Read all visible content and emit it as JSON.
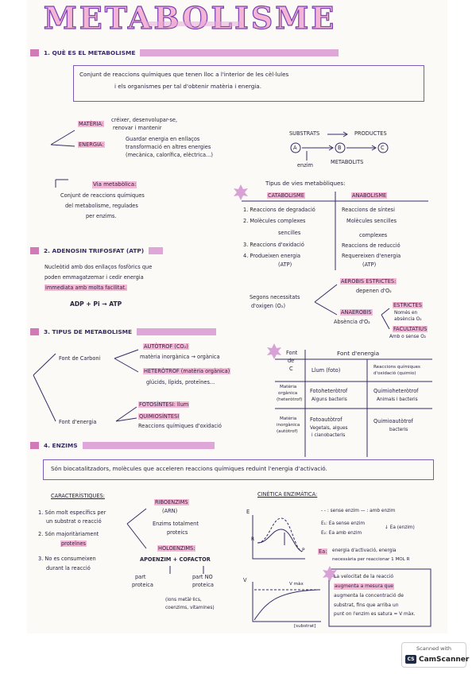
{
  "title": "METABOLISME",
  "s1": {
    "heading": "1. QUÈ ES EL METABOLISME",
    "def_line1": "Conjunt de reaccions químiques que tenen lloc a l'interior de les cèl·lules",
    "def_line2": "i els organismes per tal d'obtenir matèria i energia.",
    "materia_label": "MATÈRIA:",
    "materia_text1": "créixer, desenvolupar-se,",
    "materia_text2": "renovar i mantenir",
    "energia_label": "ENERGIA:",
    "energia_text1": "Guardar energia en enllaços",
    "energia_text2": "transformació en altres energies",
    "energia_text3": "(mecànica, calorífica, elèctrica...)",
    "substrats": "SUBSTRATS",
    "productes": "PRODUCTES",
    "node_a": "A",
    "node_b": "B",
    "node_c": "C",
    "enzim": "enzim",
    "metabolits": "METABOLITS",
    "via_title": "Via metabòlica:",
    "via_text1": "Conjunt de reaccions químiques",
    "via_text2": "del metabolisme, regulades",
    "via_text3": "per enzims."
  },
  "vies": {
    "title": "Tipus de vies metabòliques:",
    "cat_header": "CATABOLISME",
    "ana_header": "ANABOLISME",
    "cat1": "1. Reaccions de degradació",
    "cat2a": "2. Molècules complexes",
    "cat2b": "sencilles",
    "cat3": "3. Reaccions d'oxidació",
    "cat4a": "4. Produeixen energia",
    "cat4b": "(ATP)",
    "ana1": "Reaccions de síntesi",
    "ana2a": "Molècules sencilles",
    "ana2b": "complexes",
    "ana3": "Reaccions de reducció",
    "ana4a": "Requereixen d'energia",
    "ana4b": "(ATP)"
  },
  "s2": {
    "heading": "2. ADENOSIN TRIFOSFAT (ATP)",
    "text1": "Nucleòtid amb dos enllaços fosfòrics que",
    "text2": "poden emmagatzemar i cedir energia",
    "text3": "immediata amb molta facilitat.",
    "eq": "ADP + Pi  →  ATP"
  },
  "oxigen": {
    "segons1": "Segons necessitats",
    "segons2": "d'oxigen (O₂)",
    "aerobis": "AEROBIS ESTRICTES:",
    "aerobis_txt": "depenen d'O₂",
    "anaerobis": "ANAEROBIS",
    "anaerobis_txt": "Absència d'O₂",
    "estrictes": "ESTRICTES",
    "estrictes_txt1": "Només en",
    "estrictes_txt2": "absència O₂",
    "facultatius": "FACULTATIUS",
    "facultatius_txt": "Amb o sense O₂"
  },
  "s3": {
    "heading": "3. TIPUS DE METABOLISME",
    "font_carboni": "Font de Carboni",
    "autotrof": "AUTÒTROF (CO₂)",
    "autotrof_txt": "matèria inorgànica → orgànica",
    "heterotrof": "HETERÒTROF (matèria orgànica)",
    "heterotrof_txt": "glúcids, lípids, proteïnes...",
    "font_energia": "Font d'energia",
    "fotosintesi": "FOTOSÍNTESI: llum",
    "quimiosintesi": "QUIMIOSÍNTESI",
    "quimiosintesi_txt": "Reaccions químiques d'oxidació",
    "tbl_fontc1": "Font",
    "tbl_fontc2": "de",
    "tbl_fontc3": "C",
    "tbl_fonte": "Font d'energia",
    "tbl_llum": "Llum (foto)",
    "tbl_reac1": "Reaccions químiques",
    "tbl_reac2": "d'oxidació (quimio)",
    "tbl_org1": "Matèria",
    "tbl_org2": "orgànica",
    "tbl_org3": "(heteròtrof)",
    "tbl_fotohet": "Fotoheteròtrof",
    "tbl_fotohet_ex": "Alguns bacteris",
    "tbl_quimhet": "Quimioheteròtrof",
    "tbl_quimhet_ex": "Animals i bacteris",
    "tbl_inorg1": "Matèria",
    "tbl_inorg2": "inorgànica",
    "tbl_inorg3": "(autòtrof)",
    "tbl_fotoaut": "Fotoautòtrof",
    "tbl_fotoaut_ex1": "Vegetals, algues",
    "tbl_fotoaut_ex2": "i cianobacteris",
    "tbl_quimaut": "Quimioautòtrof",
    "tbl_quimaut_ex": "bacteris"
  },
  "s4": {
    "heading": "4. ENZIMS",
    "def": "Són biocatalitzadors, molècules que acceleren reaccions químiques reduint l'energia d'activació.",
    "car_title": "CARACTERÍSTIQUES:",
    "c1a": "1. Són molt específics per",
    "c1b": "un substrat o reacció",
    "c2a": "2. Són majoritàriament",
    "c2b": "proteïnes",
    "c3a": "3. No es consumeixen",
    "c3b": "durant la reacció",
    "ribo": "RIBOENZIMS",
    "ribo_txt": "(ARN)",
    "ent1": "Enzims totalment",
    "ent2": "proteics",
    "holo": "HOLOENZIMS:",
    "apo": "APOENZIM + COFACTOR",
    "part_prot1": "part",
    "part_prot2": "proteica",
    "part_noprot1": "part NO",
    "part_noprot2": "proteica",
    "cof1": "(ions metàl·lics,",
    "cof2": "coenzims, vitamines)",
    "cin_title": "CINÈTICA ENZIMÀTICA:",
    "legend1": "- - : sense enzim   — : amb enzim",
    "legend2": "E₁: Ea sense enzim",
    "legend3": "E₂: Ea amb enzim",
    "legend_red": "↓ Ea (enzim)",
    "ea_label": "Ea:",
    "ea_txt1": "energia d'activació, energia",
    "ea_txt2": "necessària per reaccionar 1 MOL R",
    "axis_e": "E",
    "axis_r": "R",
    "axis_p": "P",
    "axis_v": "V",
    "vmax": "V màx",
    "axis_sub": "[substrat]",
    "vel1": "La velocitat de la reacció",
    "vel2": "augmenta a mesura que",
    "vel3": "augmenta la concentració de",
    "vel4": "substrat, fins que arriba un",
    "vel5": "punt on l'enzim es satura = V màx."
  },
  "badge": {
    "scanned": "Scanned with",
    "logo": "CS",
    "brand": "CamScanner"
  }
}
